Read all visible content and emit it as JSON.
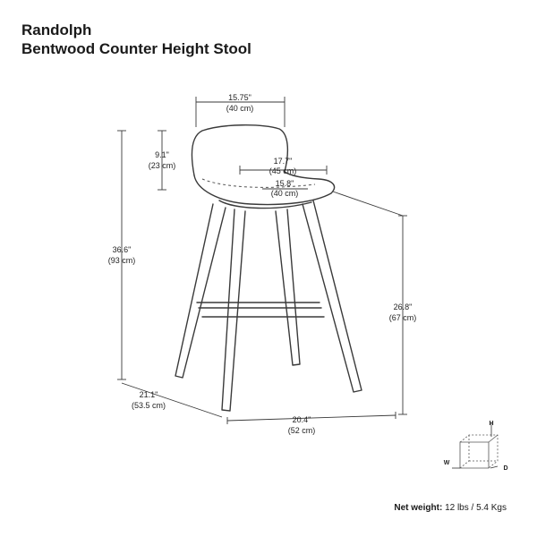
{
  "title": {
    "line1": "Randolph",
    "line2": "Bentwood Counter Height Stool"
  },
  "dimensions": {
    "seat_width": {
      "in": "15.75\"",
      "cm": "(40 cm)"
    },
    "back_height": {
      "in": "9.1\"",
      "cm": "(23 cm)"
    },
    "seat_depth_outer": {
      "in": "17.7\"",
      "cm": "(45 cm)"
    },
    "seat_depth_inner": {
      "in": "15.8\"",
      "cm": "(40 cm)"
    },
    "overall_height": {
      "in": "36.6\"",
      "cm": "(93 cm)"
    },
    "seat_height": {
      "in": "26.8\"",
      "cm": "(67 cm)"
    },
    "base_depth": {
      "in": "21.1\"",
      "cm": "(53.5 cm)"
    },
    "base_width": {
      "in": "20.4\"",
      "cm": "(52 cm)"
    }
  },
  "axes_icon": {
    "h": "H",
    "w": "W",
    "d": "D"
  },
  "net_weight": {
    "label": "Net weight:",
    "value": "12 lbs / 5.4 Kgs"
  }
}
